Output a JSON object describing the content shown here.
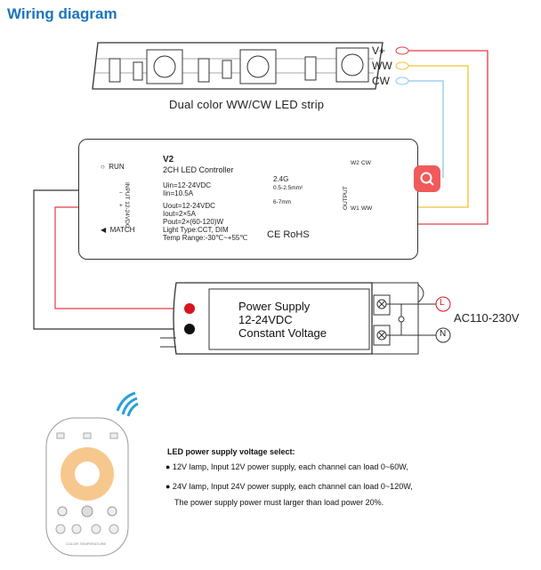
{
  "title": "Wiring diagram",
  "strip": {
    "caption": "Dual color WW/CW LED strip",
    "pins": [
      "V+",
      "WW",
      "CW"
    ]
  },
  "controller": {
    "model": "V2",
    "name": "2CH LED Controller",
    "specs": [
      "Uin=12-24VDC",
      "Iin=10.5A",
      "Uout=12-24VDC",
      "Iout=2×5A",
      "Pout=2×(60-120)W",
      "Light Type:CCT, DIM",
      "Temp Range:-30℃~+55℃"
    ],
    "run_label": "RUN",
    "match_label": "MATCH",
    "input_label": "INPUT",
    "input_voltage": "12-24VDC",
    "output_label": "OUTPUT",
    "output_channels": [
      "W2",
      "CW",
      "W1",
      "WW"
    ],
    "antenna": "2.4G",
    "wire_size": "0.5-2.5mm²",
    "strip_len": "6-7mm",
    "marks": "CE RoHS"
  },
  "power_supply": {
    "lines": [
      "Power Supply",
      "12-24VDC",
      "Constant Voltage"
    ],
    "live": "L",
    "neutral": "N",
    "ac_input": "AC110-230V"
  },
  "notes": {
    "heading": "LED power supply voltage select:",
    "items": [
      "● 12V lamp, Input 12V power supply, each channel can load 0~60W,",
      "● 24V lamp, Input 24V power supply, each channel can load 0~120W,",
      "The power supply power must larger than load power 20%."
    ]
  },
  "remote": {
    "footer": "COLOR TEMPERATURE"
  },
  "colors": {
    "title_blue": "#1b75bc",
    "wire_red": "#e53b48",
    "wire_yellow": "#f2c230",
    "wire_blue": "#8cc8ea",
    "search_button": "#f05a5a"
  }
}
